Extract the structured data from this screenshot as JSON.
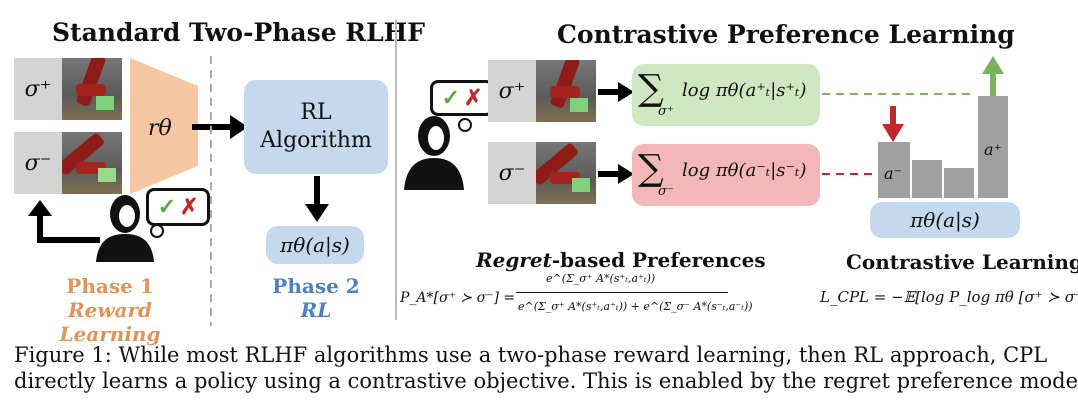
{
  "left_title": "Standard Two-Phase RLHF",
  "right_title": "Contrastive Preference Learning",
  "sigma_plus": "σ⁺",
  "sigma_minus": "σ⁻",
  "reward_model": "rθ",
  "rl_box": {
    "line1": "RL",
    "line2": "Algorithm"
  },
  "policy_label": "πθ(a|s)",
  "phase1": {
    "line1": "Phase 1",
    "line2": "Reward Learning"
  },
  "phase2": {
    "line1": "Phase 2",
    "line2": "RL"
  },
  "green_expr": "log πθ(a⁺ₜ|s⁺ₜ)",
  "red_expr": "log πθ(a⁻ₜ|s⁻ₜ)",
  "sum_sub_plus": "σ⁺",
  "sum_sub_minus": "σ⁻",
  "bar_a_minus": "a⁻",
  "bar_a_plus": "a⁺",
  "regret_title_italic": "Regret",
  "regret_title_rest": "-based Preferences",
  "regret_lhs": "P_A*[σ⁺ ≻ σ⁻] =",
  "regret_num": "e^(Σ_σ⁺ A*(s⁺ₜ,a⁺ₜ))",
  "regret_den": "e^(Σ_σ⁺ A*(s⁺ₜ,a⁺ₜ)) + e^(Σ_σ⁻ A*(s⁻ₜ,a⁻ₜ))",
  "contrastive_title": "Contrastive Learning",
  "cpl_loss": "L_CPL = −𝔼[log P_log πθ [σ⁺ ≻ σ⁻]]",
  "caption_line1": "Figure 1: While most RLHF algorithms use a two-phase reward learning, then RL approach, CPL",
  "caption_line2": "directly learns a policy using a contrastive objective. This is enabled by the regret preference model.",
  "colors": {
    "orange": "#f6c7a0",
    "orange_text": "#e0945a",
    "blue_box": "#c5d9ee",
    "blue_text": "#4f81bd",
    "green_box": "#cfe8c2",
    "red_box": "#f3b7b7",
    "bar_gray": "#a0a0a0",
    "up_arrow": "#7cb35a",
    "down_arrow": "#c0282d"
  }
}
